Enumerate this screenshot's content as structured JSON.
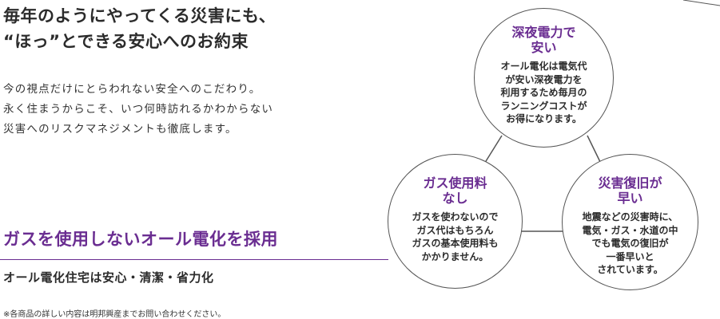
{
  "headline": {
    "line1": "毎年のようにやってくる災害にも、",
    "line2": "“ほっ”とできる安心へのお約束"
  },
  "intro": {
    "line1": "今の視点だけにとらわれない安全へのこだわり。",
    "line2": "永く住まうからこそ、いつ何時訪れるかわからない",
    "line3": "災害へのリスクマネジメントも徹底します。"
  },
  "feature": {
    "title": "ガスを使用しないオール電化を採用",
    "subtitle": "オール電化住宅は安心・清潔・省力化"
  },
  "footnote": "※各商品の詳しい内容は明邦興産までお問い合わせください。",
  "circles": {
    "top": {
      "title": [
        "深夜電力で",
        "安い"
      ],
      "body": [
        "オール電化は電気代",
        "が安い深夜電力を",
        "利用するため毎月の",
        "ランニングコストが",
        "お得になります。"
      ]
    },
    "left": {
      "title": [
        "ガス使用料",
        "なし"
      ],
      "body": [
        "ガスを使わないので",
        "ガス代はもちろん",
        "ガスの基本使用料も",
        "かかりません。"
      ]
    },
    "right": {
      "title": [
        "災害復旧が",
        "早い"
      ],
      "body": [
        "地震などの災害時に、",
        "電気・ガス・水道の中",
        "でも電気の復旧が",
        "一番早いと",
        "されています。"
      ]
    }
  },
  "colors": {
    "accent": "#6a2d91",
    "text": "#2b2b2b",
    "circle_border": "#555555"
  }
}
